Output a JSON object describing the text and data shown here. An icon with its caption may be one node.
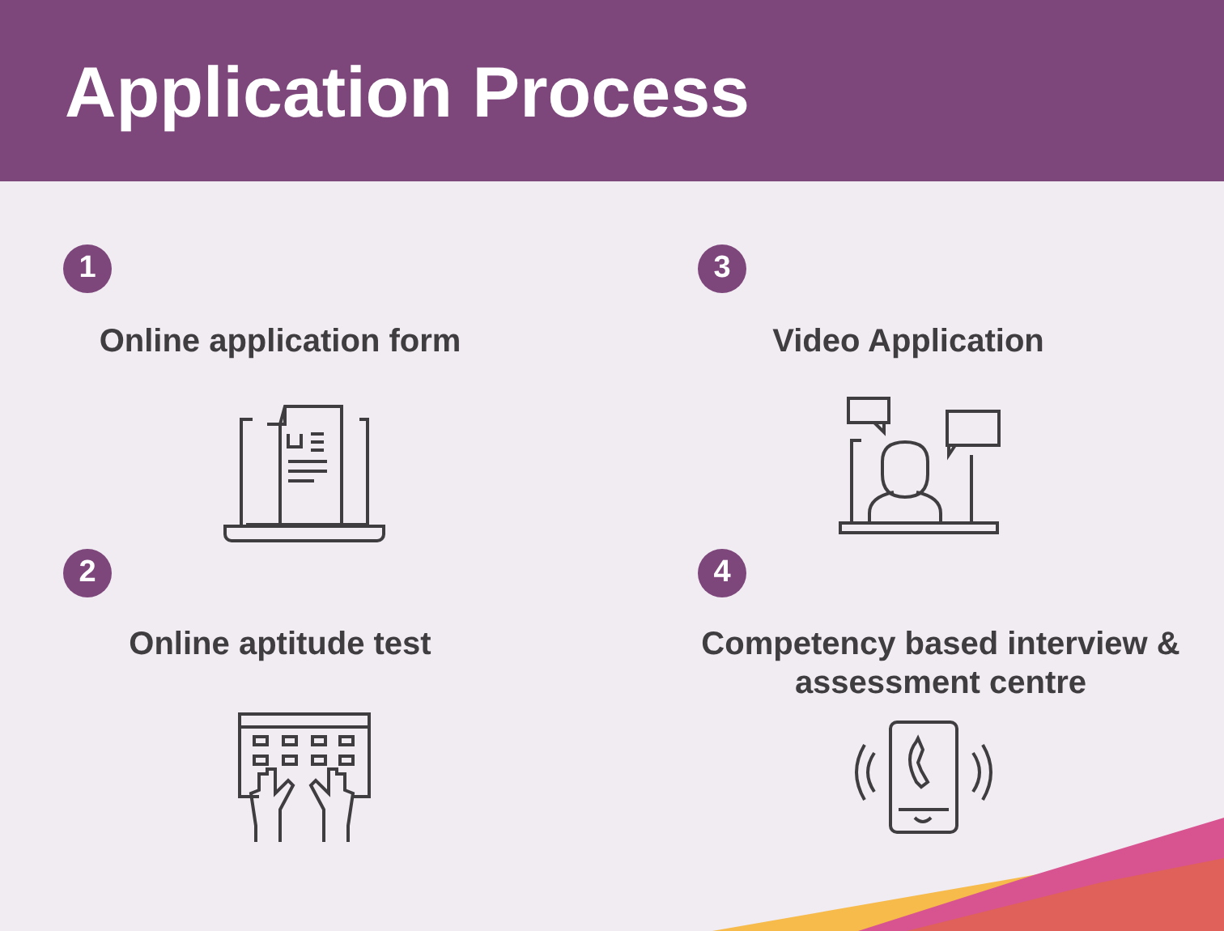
{
  "diagram": {
    "title": "Application Process",
    "nodes": [
      {
        "text": [
          "1"
        ],
        "beside": [
          "Online application form"
        ]
      },
      {
        "text": [
          "3"
        ],
        "beside": [
          "Video Application"
        ]
      },
      {
        "text": [
          "2"
        ],
        "beside": [
          "Online aptitude test"
        ]
      },
      {
        "text": [
          "4"
        ],
        "beside": [
          "Competency based interview & assessment centre"
        ]
      }
    ]
  }
}
